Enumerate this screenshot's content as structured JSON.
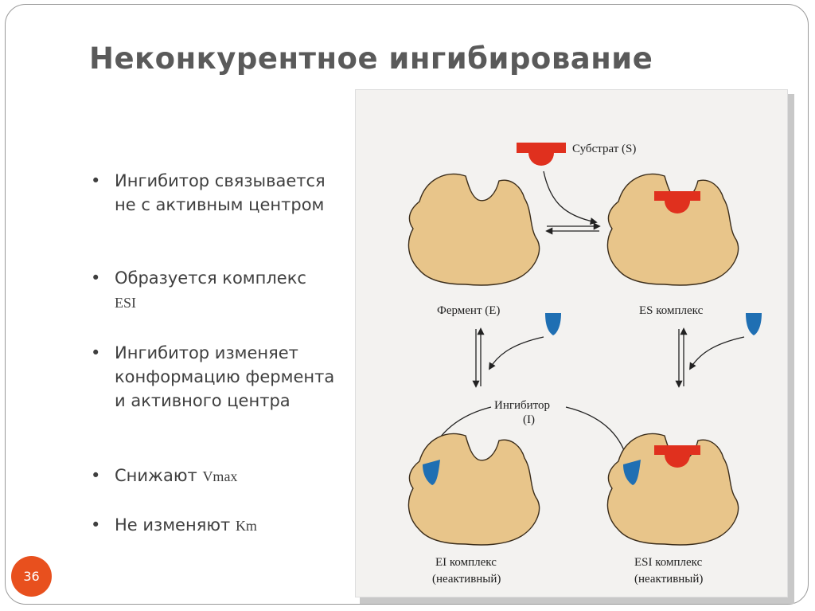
{
  "slide": {
    "title": "Неконкурентное ингибирование",
    "page_number": "36"
  },
  "bullets": [
    {
      "text": "Ингибитор связывается не с активным центром"
    },
    {
      "text": "Образуется комплекс",
      "tail": "ESI"
    },
    {
      "text": "Ингибитор изменяет конформацию фермента и активного центра"
    },
    {
      "text": "Снижают",
      "tail": "Vmax"
    },
    {
      "text": "Не изменяют",
      "tail": "Km"
    }
  ],
  "diagram": {
    "substrate_label": "Субстрат (S)",
    "enzyme_label": "Фермент (E)",
    "es_label": "ES комплекс",
    "inhibitor_label_line1": "Ингибитор",
    "inhibitor_label_line2": "(I)",
    "ei_label_line1": "EI комплекс",
    "ei_label_line2": "(неактивный)",
    "esi_label_line1": "ESI комплекс",
    "esi_label_line2": "(неактивный)",
    "colors": {
      "enzyme": "#e8c58a",
      "substrate": "#e0301e",
      "inhibitor": "#1f6fb3",
      "arrow": "#222222"
    }
  }
}
